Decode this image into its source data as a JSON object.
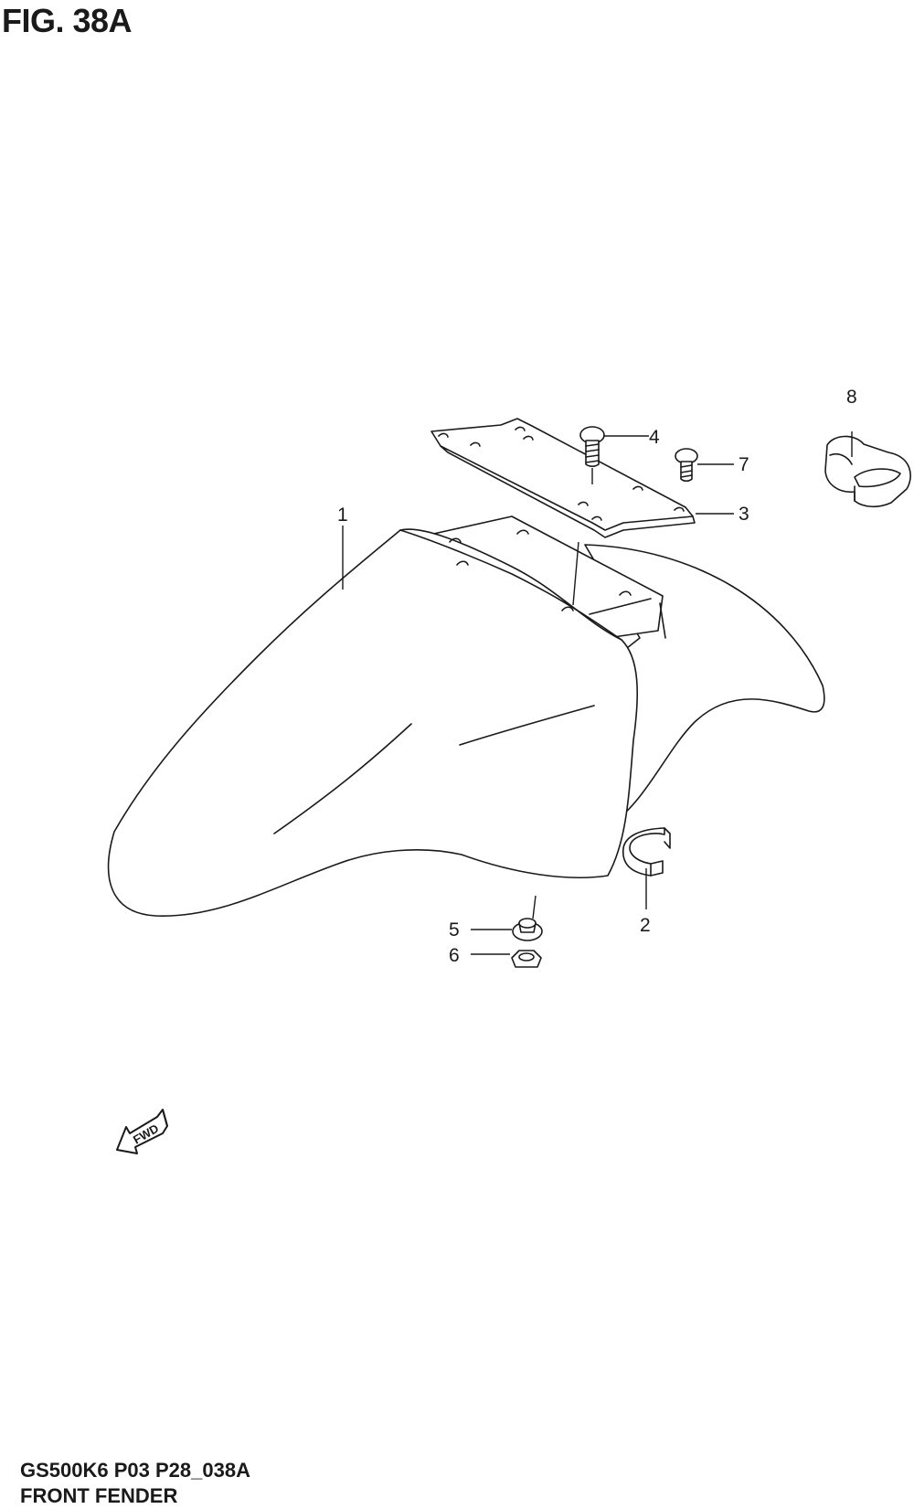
{
  "figure": {
    "title": "FIG. 38A",
    "code": "GS500K6 P03 P28_038A",
    "name": "FRONT FENDER"
  },
  "callouts": [
    "1",
    "2",
    "3",
    "4",
    "5",
    "6",
    "7",
    "8"
  ],
  "direction_marker": {
    "label": "FWD",
    "icon": "forward-arrow-icon"
  },
  "colors": {
    "line": "#1a1a1a",
    "background": "#ffffff"
  }
}
